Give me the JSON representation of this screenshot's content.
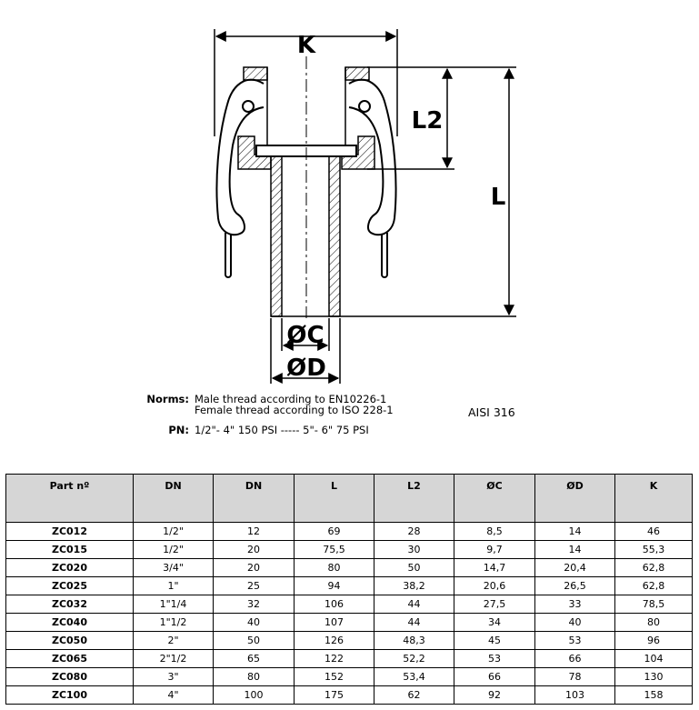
{
  "dimensions": {
    "K": "K",
    "L2": "L2",
    "L": "L",
    "C": "ØC",
    "D": "ØD"
  },
  "norms": {
    "label": "Norms:",
    "line1": "Male thread according to EN10226-1",
    "line2": "Female thread according to ISO 228-1",
    "pn_label": "PN:",
    "pn_value": "1/2\"- 4\" 150 PSI ----- 5\"- 6\" 75 PSI"
  },
  "material": "AISI 316",
  "table": {
    "headers": [
      "Part nº",
      "DN",
      "DN",
      "L",
      "L2",
      "ØC",
      "ØD",
      "K"
    ],
    "rows": [
      [
        "ZC012",
        "1/2\"",
        "12",
        "69",
        "28",
        "8,5",
        "14",
        "46"
      ],
      [
        "ZC015",
        "1/2\"",
        "20",
        "75,5",
        "30",
        "9,7",
        "14",
        "55,3"
      ],
      [
        "ZC020",
        "3/4\"",
        "20",
        "80",
        "50",
        "14,7",
        "20,4",
        "62,8"
      ],
      [
        "ZC025",
        "1\"",
        "25",
        "94",
        "38,2",
        "20,6",
        "26,5",
        "62,8"
      ],
      [
        "ZC032",
        "1\"1/4",
        "32",
        "106",
        "44",
        "27,5",
        "33",
        "78,5"
      ],
      [
        "ZC040",
        "1\"1/2",
        "40",
        "107",
        "44",
        "34",
        "40",
        "80"
      ],
      [
        "ZC050",
        "2\"",
        "50",
        "126",
        "48,3",
        "45",
        "53",
        "96"
      ],
      [
        "ZC065",
        "2\"1/2",
        "65",
        "122",
        "52,2",
        "53",
        "66",
        "104"
      ],
      [
        "ZC080",
        "3\"",
        "80",
        "152",
        "53,4",
        "66",
        "78",
        "130"
      ],
      [
        "ZC100",
        "4\"",
        "100",
        "175",
        "62",
        "92",
        "103",
        "158"
      ]
    ]
  }
}
